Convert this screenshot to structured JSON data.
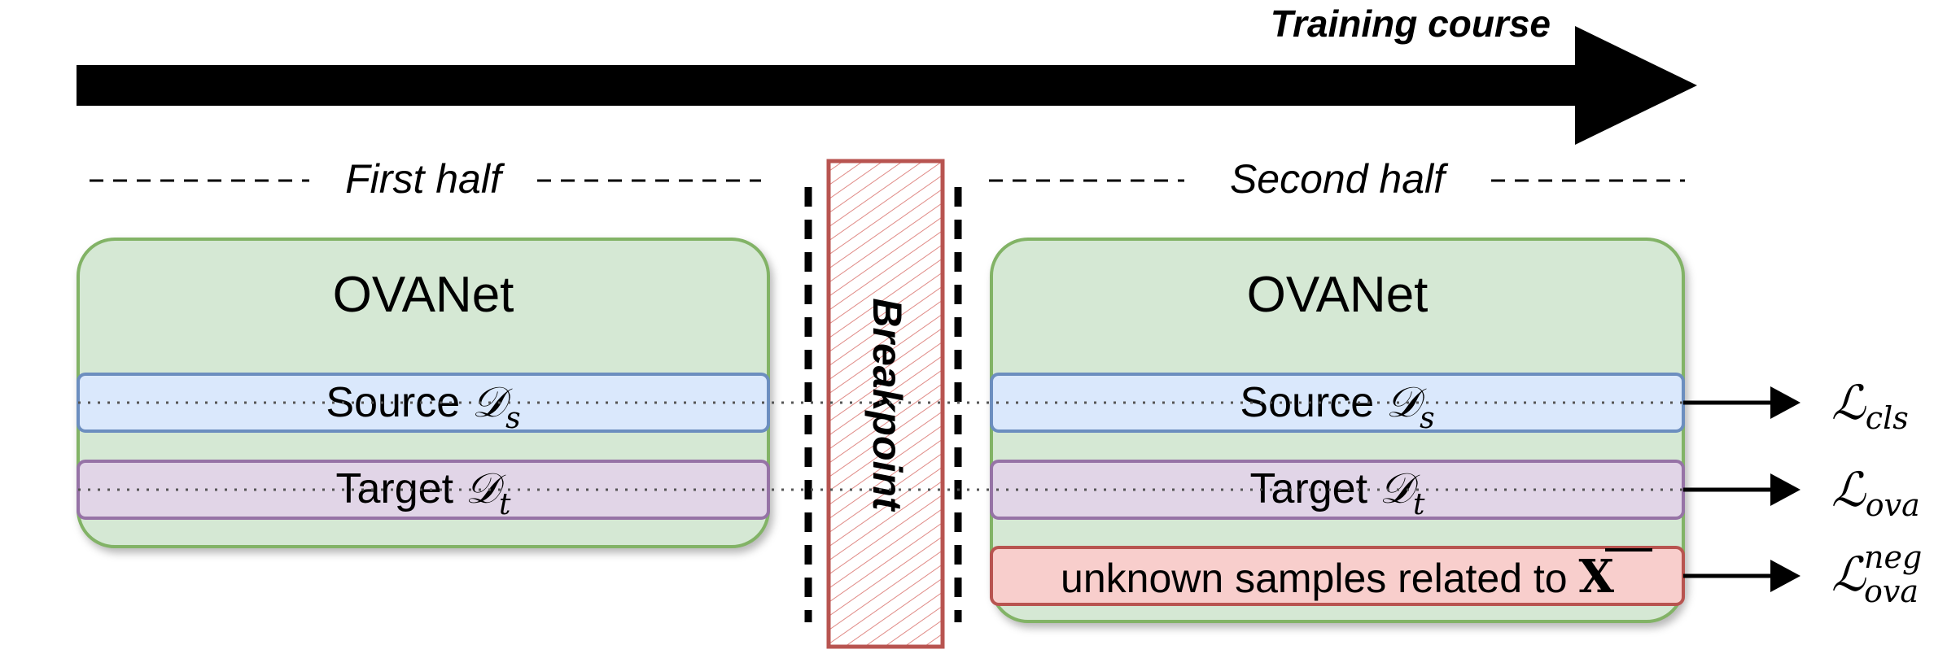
{
  "timeline": {
    "title": "Training course"
  },
  "phases": {
    "first_label": "First half",
    "second_label": "Second half",
    "breakpoint_label": "Breakpoint"
  },
  "first_block": {
    "title": "OVANet",
    "source": {
      "text": "Source ",
      "symbol": "𝒟",
      "sub": "s"
    },
    "target": {
      "text": "Target ",
      "symbol": "𝒟",
      "sub": "t"
    }
  },
  "second_block": {
    "title": "OVANet",
    "source": {
      "text": "Source ",
      "symbol": "𝒟",
      "sub": "s"
    },
    "target": {
      "text": "Target ",
      "symbol": "𝒟",
      "sub": "t"
    },
    "unknown": {
      "text": "unknown samples related to ",
      "symbol": "X"
    }
  },
  "losses": {
    "cls": {
      "symbol": "ℒ",
      "sub": "cls"
    },
    "ova": {
      "symbol": "ℒ",
      "sub": "ova"
    },
    "ova_neg": {
      "symbol": "ℒ",
      "sub": "ova",
      "sup": "neg"
    }
  },
  "colors": {
    "block_fill": "#d5e8d4",
    "block_stroke": "#82b366",
    "source_fill": "#dae8fc",
    "source_stroke": "#6c8ebf",
    "target_fill": "#e1d5e7",
    "target_stroke": "#9673a6",
    "unknown_fill": "#f8cecc",
    "unknown_stroke": "#b85450",
    "breakpoint_stroke": "#b85450"
  }
}
